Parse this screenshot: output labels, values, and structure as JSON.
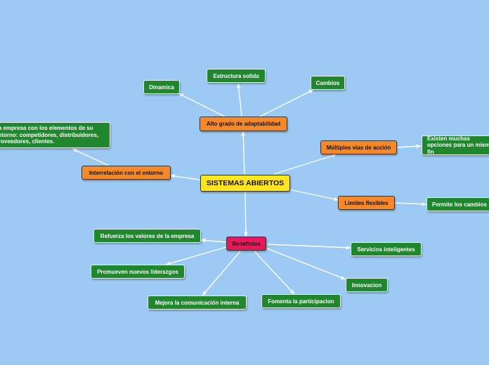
{
  "title": "SISTEMAS ABIERTOS",
  "branches": {
    "adaptability": {
      "label": "Alto grado de adaptabilidad",
      "children": [
        "Dinamica",
        "Estructura solida",
        "Cambios"
      ]
    },
    "paths": {
      "label": "Múltiples vías de acción",
      "children": [
        "Existen muchas opciones para un mismo fin"
      ]
    },
    "limits": {
      "label": "Limites flexibles",
      "children": [
        "Permite los cambios"
      ]
    },
    "interrelation": {
      "label": "Interrelación con el entorno",
      "children": [
        "La empresa con los elementos de su entorno: competidores, distribuidores, proveedores, clientes."
      ]
    },
    "benefits": {
      "label": "Beneficios",
      "children": [
        "Refuerza los valores de la empresa",
        "Promueven nuevos liderazgos",
        "Mejora la comunicación interna",
        "Fomenta la participacion",
        "Innovacion",
        "Servicios inteligentes"
      ]
    }
  },
  "colors": {
    "background": "#9ccaf4",
    "central": "#ffe51f",
    "main_branch": "#f5892a",
    "benefits_branch": "#e6195c",
    "leaf": "#21872f",
    "connector": "#ffffff"
  }
}
